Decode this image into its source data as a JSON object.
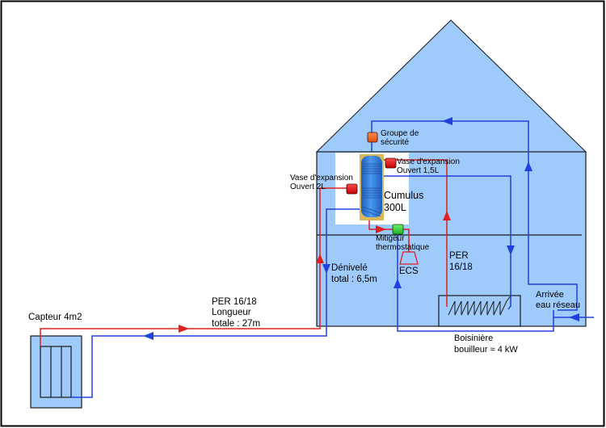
{
  "diagram": {
    "title": "Schéma installation chauffe-eau solaire",
    "colors": {
      "house_fill": "#9ecbfb",
      "outline": "#1a1a1a",
      "hot_pipe": "#e02020",
      "cold_pipe": "#2040e0",
      "safety_group": "#f06a2a",
      "expansion_vessel": "#dd1010",
      "mixer_valve": "#30d030",
      "tank_body": "#2f7fe0",
      "tank_insulation": "#d9b85a"
    },
    "labels": {
      "collector": "Capteur 4m2",
      "pipe_run": [
        "PER 16/18",
        "Longueur",
        "totale : 27m"
      ],
      "height_diff": [
        "Dénivelé",
        "total : 6,5m"
      ],
      "safety_group": [
        "Groupe de",
        "sécurité"
      ],
      "expansion_vessel_1": [
        "Vase d'expansion",
        "Ouvert 1,5L"
      ],
      "expansion_vessel_2": [
        "Vase d'expansion",
        "Ouvert 2L"
      ],
      "tank": [
        "Cumulus",
        "300L"
      ],
      "mixer": [
        "Mitigeur",
        "thermostatique"
      ],
      "hot_water_outlet": "ECS",
      "boiler_pipe": [
        "PER",
        "16/18"
      ],
      "boiler": [
        "Boisinière",
        "bouilleur ≈ 4 kW"
      ],
      "mains_inlet": [
        "Arrivée",
        "eau réseau"
      ]
    }
  }
}
